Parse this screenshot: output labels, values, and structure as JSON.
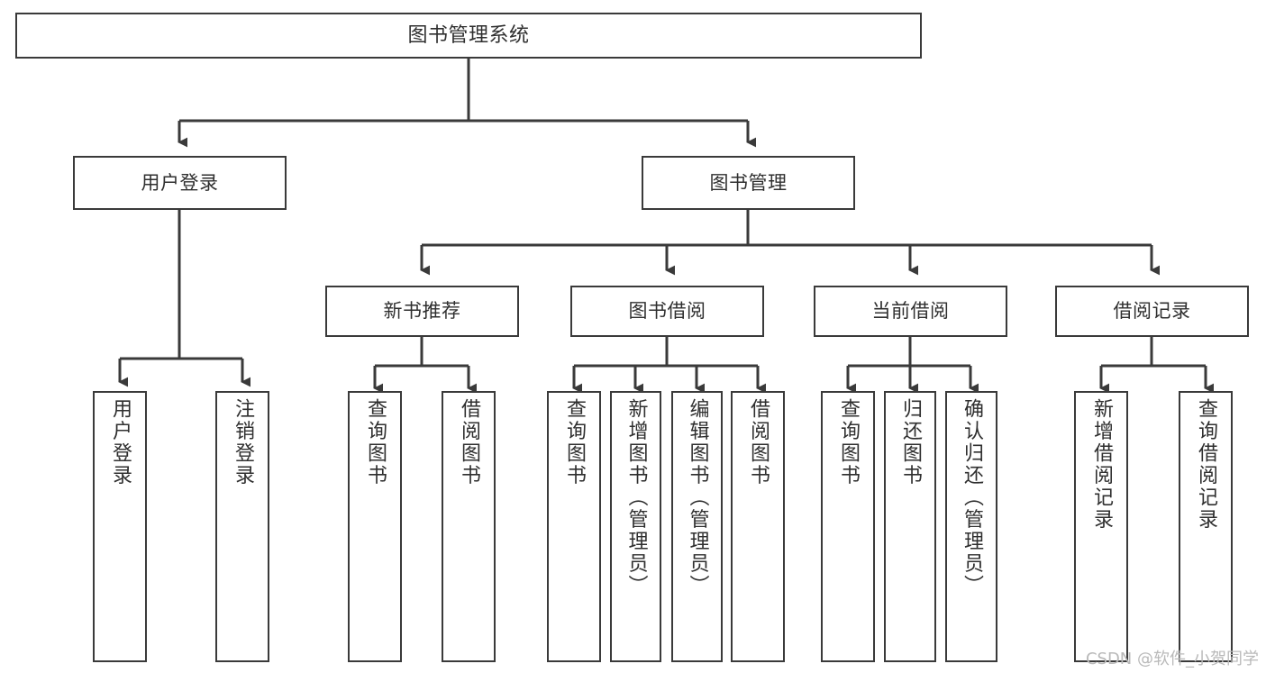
{
  "diagram": {
    "title": "图书管理系统",
    "type": "tree-hierarchy-diagram",
    "watermark": "CSDN @软件_小贺同学",
    "colors": {
      "background": "#ffffff",
      "box_border": "#3a3a3a",
      "box_fill": "#ffffff",
      "text": "#2f2f2f",
      "connector": "#3a3a3a",
      "watermark": "#b9b9b9"
    },
    "levels": [
      {
        "level": 0,
        "nodes": [
          {
            "id": "root",
            "label": "图书管理系统",
            "orientation": "horizontal"
          }
        ]
      },
      {
        "level": 1,
        "nodes": [
          {
            "id": "user-login",
            "label": "用户登录",
            "orientation": "horizontal",
            "parent": "root"
          },
          {
            "id": "book-manage",
            "label": "图书管理",
            "orientation": "horizontal",
            "parent": "root"
          }
        ]
      },
      {
        "level": 2,
        "nodes": [
          {
            "id": "new-book-rec",
            "label": "新书推荐",
            "orientation": "horizontal",
            "parent": "book-manage"
          },
          {
            "id": "book-borrow",
            "label": "图书借阅",
            "orientation": "horizontal",
            "parent": "book-manage"
          },
          {
            "id": "current-borrow",
            "label": "当前借阅",
            "orientation": "horizontal",
            "parent": "book-manage"
          },
          {
            "id": "borrow-record",
            "label": "借阅记录",
            "orientation": "horizontal",
            "parent": "book-manage"
          }
        ]
      },
      {
        "level": 3,
        "nodes": [
          {
            "id": "leaf-user-login",
            "label": "用户登录",
            "orientation": "vertical",
            "parent": "user-login"
          },
          {
            "id": "leaf-logout",
            "label": "注销登录",
            "orientation": "vertical",
            "parent": "user-login"
          },
          {
            "id": "leaf-query-book-1",
            "label": "查询图书",
            "orientation": "vertical",
            "parent": "new-book-rec"
          },
          {
            "id": "leaf-borrow-book-1",
            "label": "借阅图书",
            "orientation": "vertical",
            "parent": "new-book-rec"
          },
          {
            "id": "leaf-query-book-2",
            "label": "查询图书",
            "orientation": "vertical",
            "parent": "book-borrow"
          },
          {
            "id": "leaf-add-book",
            "label": "新增图书（管理员）",
            "orientation": "vertical",
            "parent": "book-borrow"
          },
          {
            "id": "leaf-edit-book",
            "label": "编辑图书（管理员）",
            "orientation": "vertical",
            "parent": "book-borrow"
          },
          {
            "id": "leaf-borrow-book-2",
            "label": "借阅图书",
            "orientation": "vertical",
            "parent": "book-borrow"
          },
          {
            "id": "leaf-query-book-3",
            "label": "查询图书",
            "orientation": "vertical",
            "parent": "current-borrow"
          },
          {
            "id": "leaf-return-book",
            "label": "归还图书",
            "orientation": "vertical",
            "parent": "current-borrow"
          },
          {
            "id": "leaf-confirm-return",
            "label": "确认归还（管理员）",
            "orientation": "vertical",
            "parent": "current-borrow"
          },
          {
            "id": "leaf-add-record",
            "label": "新增借阅记录",
            "orientation": "vertical",
            "parent": "borrow-record"
          },
          {
            "id": "leaf-query-record",
            "label": "查询借阅记录",
            "orientation": "vertical",
            "parent": "borrow-record"
          }
        ]
      }
    ]
  }
}
